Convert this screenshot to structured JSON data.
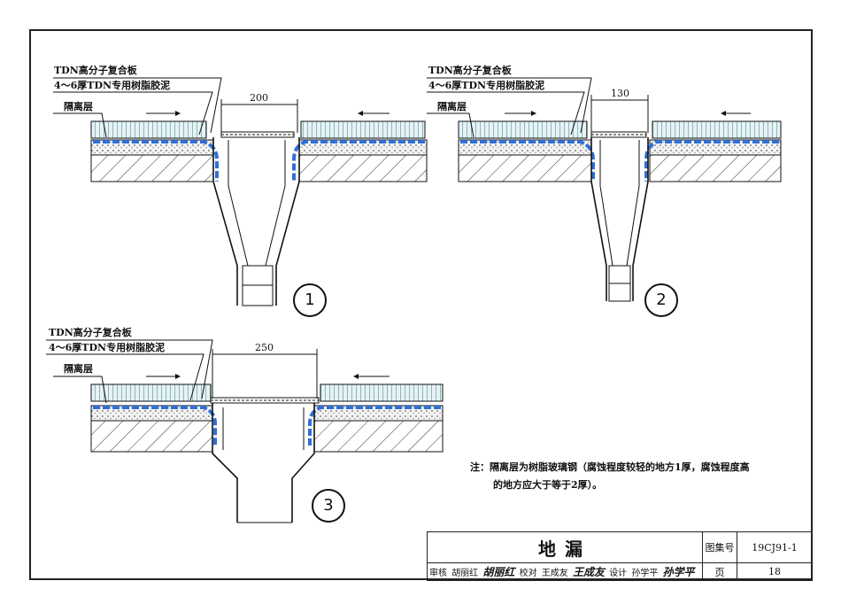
{
  "labels": {
    "composite_board": "TDN高分子复合板",
    "resin_mortar": "4～6厚TDN专用树脂胶泥",
    "isolation_layer": "隔离层"
  },
  "details": [
    {
      "number": "1",
      "dimension": "200"
    },
    {
      "number": "2",
      "dimension": "130"
    },
    {
      "number": "3",
      "dimension": "250"
    }
  ],
  "note": {
    "line1": "注：隔离层为树脂玻璃钢（腐蚀程度较轻的地方1厚，腐蚀程度高",
    "line2": "的地方应大于等于2厚）。"
  },
  "title_block": {
    "title": "地漏",
    "atlas_label": "图集号",
    "atlas_number": "19CJ91-1",
    "page_label": "页",
    "page_number": "18",
    "review_label": "审核",
    "review_name": "胡丽红",
    "check_label": "校对",
    "check_name": "王成友",
    "design_label": "设计",
    "design_name": "孙学平"
  },
  "colors": {
    "waterproof_blue": "#2f6fd6",
    "line": "#111111"
  }
}
